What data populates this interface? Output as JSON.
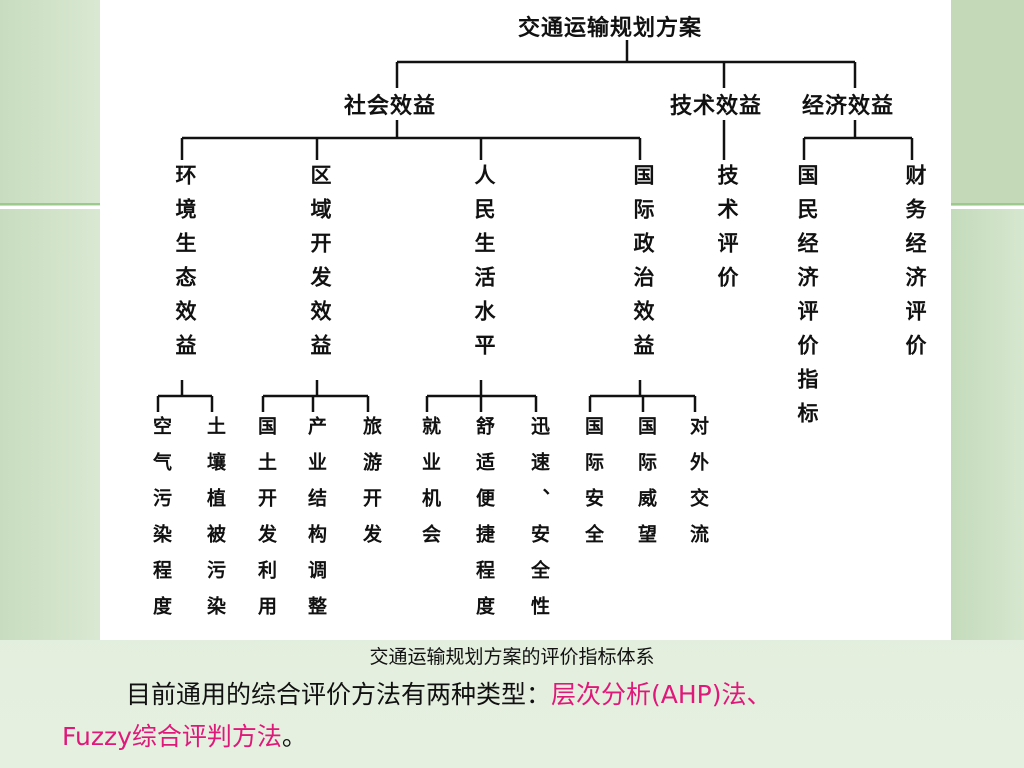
{
  "diagram": {
    "root": "交通运输规划方案",
    "categories": [
      {
        "label": "社会效益",
        "children": [
          {
            "label": "环境生态效益",
            "children": [
              "空气污染程度",
              "土壤植被污染"
            ]
          },
          {
            "label": "区域开发效益",
            "children": [
              "国土开发利用",
              "产业结构调整",
              "旅游开发"
            ]
          },
          {
            "label": "人民生活水平",
            "children": [
              "就业机会",
              "舒适便捷程度",
              "迅速、安全性"
            ]
          },
          {
            "label": "国际政治效益",
            "children": [
              "国际安全",
              "国际威望",
              "对外交流"
            ]
          }
        ]
      },
      {
        "label": "技术效益",
        "children": [
          {
            "label": "技术评价",
            "children": []
          }
        ]
      },
      {
        "label": "经济效益",
        "children": [
          {
            "label": "国民经济评价指标",
            "children": []
          },
          {
            "label": "财务经济评价",
            "children": []
          }
        ]
      }
    ]
  },
  "caption": "交通运输规划方案的评价指标体系",
  "body": {
    "intro": "目前通用的综合评价方法有两种类型：",
    "highlight_1": "层次分析(AHP)法、",
    "highlight_2": "Fuzzy综合评判方法",
    "end": "。"
  },
  "colors": {
    "highlight": "#e0187a",
    "line": "#111111"
  }
}
